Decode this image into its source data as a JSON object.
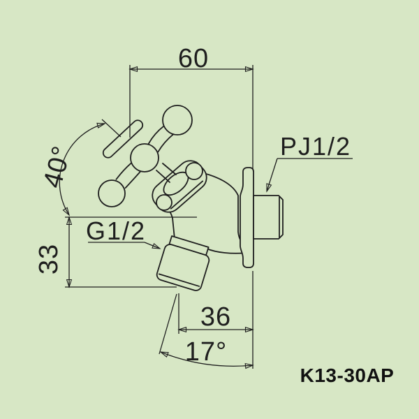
{
  "drawing": {
    "model": "K13-30AP",
    "dimensions": {
      "handle_span": "60",
      "handle_angle": "40°",
      "spout_drop": "33",
      "spout_reach": "36",
      "spout_angle": "17°"
    },
    "threads": {
      "outlet": "G1/2",
      "inlet": "PJ1/2"
    },
    "colors": {
      "background": "#d7e7c5",
      "line": "#1e1e1e"
    }
  }
}
